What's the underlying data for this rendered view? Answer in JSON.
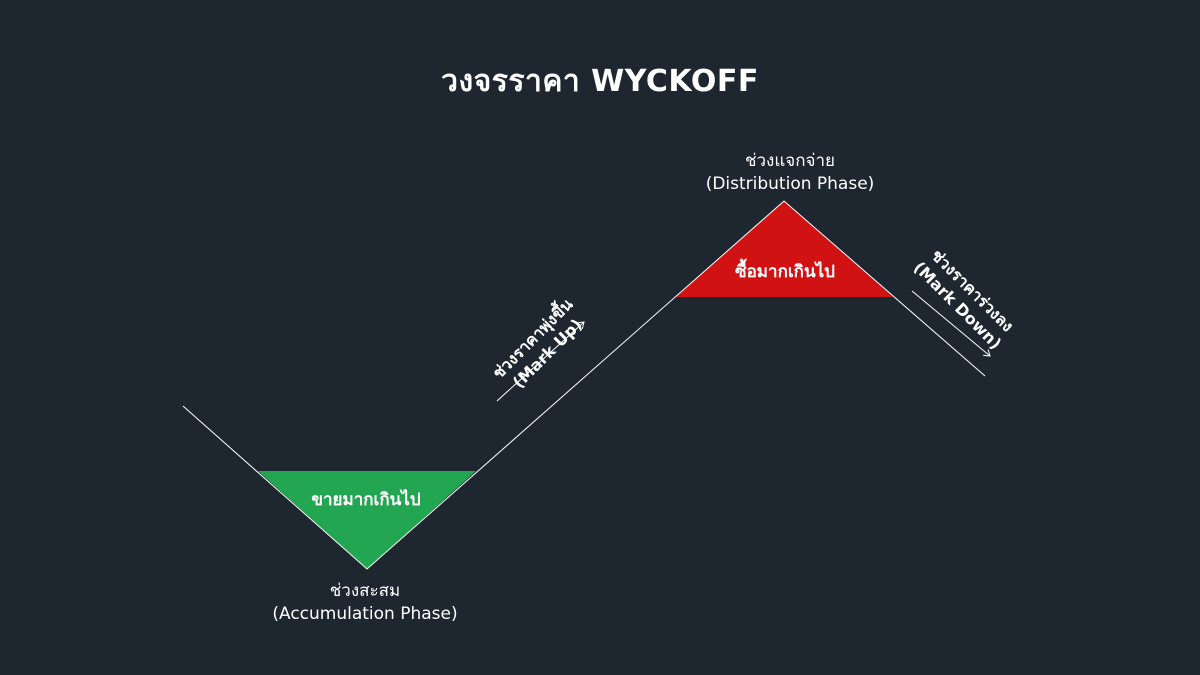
{
  "title": "วงจรราคา WYCKOFF",
  "accumulation": {
    "zone_text": "ขายมากเกินไป",
    "phase_th": "ช่วงสะสม",
    "phase_en": "(Accumulation Phase)",
    "color": "#22a651"
  },
  "distribution": {
    "zone_text": "ซื้อมากเกินไป",
    "phase_th": "ช่วงแจกจ่าย",
    "phase_en": "(Distribution Phase)",
    "color": "#d01212"
  },
  "markup": {
    "label_th": "ช่วงราคาพุ่งขึ้น",
    "label_en": "(Mark Up)"
  },
  "markdown": {
    "label_th": "ช่วงราคาร่วงลง",
    "label_en": "(Mark Down)"
  },
  "colors": {
    "background": "#1e2630",
    "line": "#ffffff"
  }
}
